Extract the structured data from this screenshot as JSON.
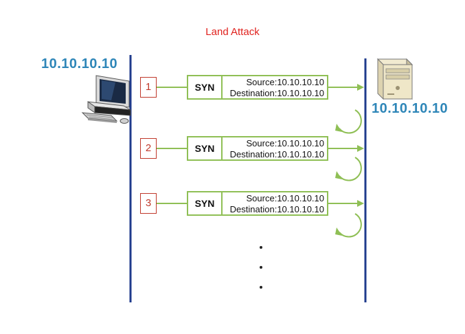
{
  "title": "Land Attack",
  "attacker": {
    "ip": "10.10.10.10",
    "icon": "desktop-computer-icon"
  },
  "victim": {
    "ip": "10.10.10.10",
    "icon": "server-tower-icon"
  },
  "packets": [
    {
      "step": "1",
      "flag": "SYN",
      "source": "Source:10.10.10.10",
      "destination": "Destination:10.10.10.10"
    },
    {
      "step": "2",
      "flag": "SYN",
      "source": "Source:10.10.10.10",
      "destination": "Destination:10.10.10.10"
    },
    {
      "step": "3",
      "flag": "SYN",
      "source": "Source:10.10.10.10",
      "destination": "Destination:10.10.10.10"
    }
  ],
  "continuation": "...",
  "colors": {
    "title": "#e0211d",
    "ip": "#2e86b8",
    "timeline": "#1f3b8c",
    "packet": "#8fbf55",
    "step_border": "#c0392b"
  }
}
